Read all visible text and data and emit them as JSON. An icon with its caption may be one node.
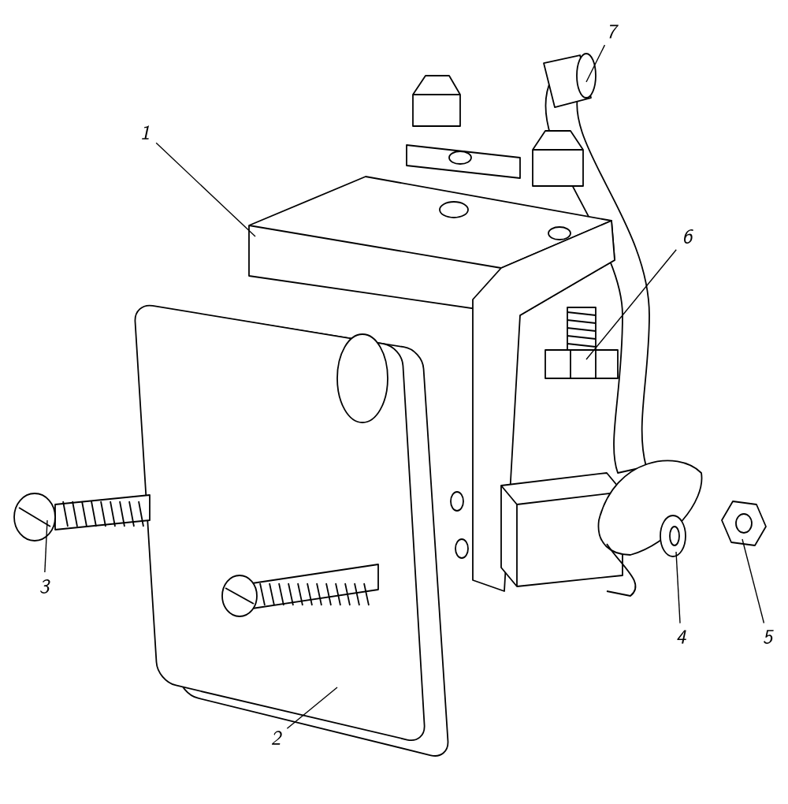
{
  "diagram": {
    "nodes": [
      {
        "text": [
          "7"
        ]
      },
      {
        "text": [
          "1"
        ]
      },
      {
        "text": [
          "6"
        ]
      },
      {
        "text": [
          "3"
        ]
      },
      {
        "text": [
          "4"
        ]
      },
      {
        "text": [
          "5"
        ]
      },
      {
        "text": [
          "2"
        ]
      }
    ],
    "edges": [
      {
        "from": 0,
        "to": null,
        "arrow": "none"
      },
      {
        "from": 1,
        "to": null,
        "arrow": "none"
      },
      {
        "from": 2,
        "to": null,
        "arrow": "none"
      },
      {
        "from": 3,
        "to": null,
        "arrow": "none"
      },
      {
        "from": 4,
        "to": null,
        "arrow": "none"
      },
      {
        "from": 5,
        "to": null,
        "arrow": "none"
      },
      {
        "from": 6,
        "to": null,
        "arrow": "none"
      }
    ]
  }
}
